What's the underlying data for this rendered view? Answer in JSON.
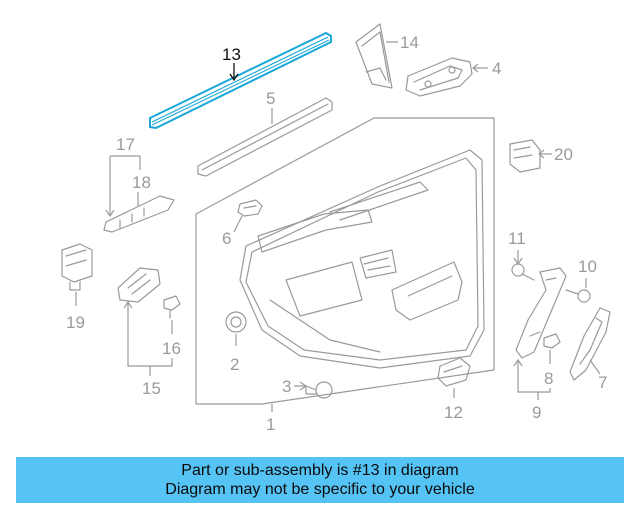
{
  "callouts": {
    "c1": "1",
    "c2": "2",
    "c3": "3",
    "c4": "4",
    "c5": "5",
    "c6": "6",
    "c7": "7",
    "c8": "8",
    "c9": "9",
    "c10": "10",
    "c11": "11",
    "c12": "12",
    "c13": "13",
    "c14": "14",
    "c15": "15",
    "c16": "16",
    "c17": "17",
    "c18": "18",
    "c19": "19",
    "c20": "20"
  },
  "highlight": {
    "part_number": "13",
    "color": "#1aa7d9"
  },
  "banner": {
    "line1": "Part or sub-assembly is #13 in diagram",
    "line2": "Diagram may not be specific to your vehicle",
    "background": "#56c3f5"
  }
}
